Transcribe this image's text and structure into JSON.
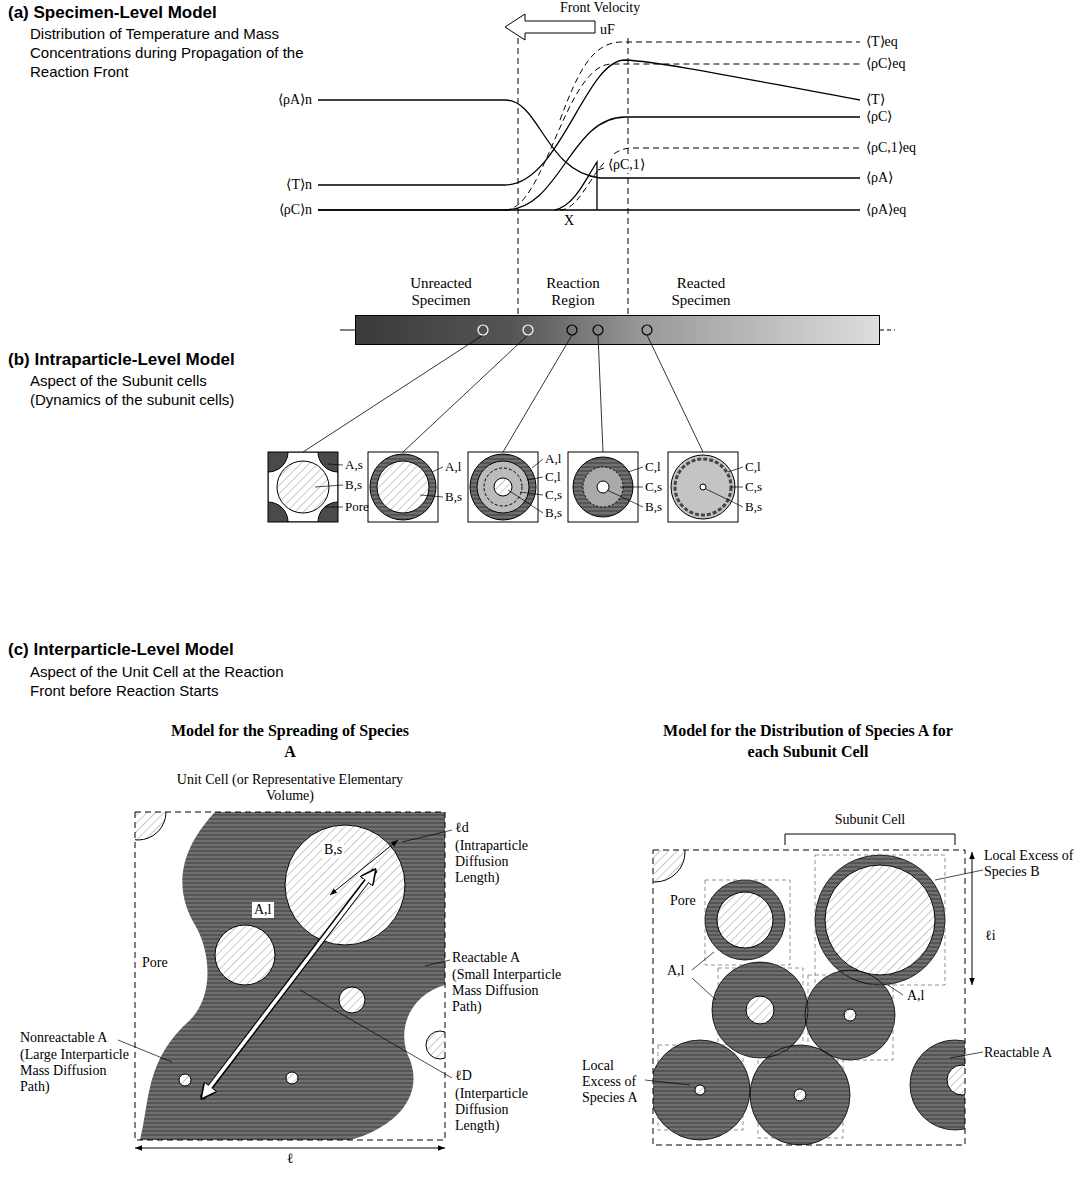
{
  "diagram": {
    "nodes": [
      {
        "text": [
          "Unreacted Specimen",
          "Reaction Region",
          "Reacted Specimen"
        ]
      }
    ],
    "labels": [
      "(a) Specimen-Level Model",
      "Distribution of Temperature and Mass Concentrations during Propagation of the Reaction Front",
      "Front Velocity",
      "uF",
      "⟨ρA⟩n",
      "⟨T⟩n",
      "⟨ρC⟩n",
      "⟨T⟩eq",
      "⟨ρC⟩eq",
      "⟨T⟩",
      "⟨ρC⟩",
      "⟨ρC,1⟩eq",
      "⟨ρC,1⟩",
      "⟨ρA⟩",
      "⟨ρA⟩eq",
      "X",
      "(b) Intraparticle-Level Model",
      "Aspect of the Subunit cells",
      "(Dynamics of the subunit cells)",
      "A,s",
      "B,s",
      "Pore",
      "A,l",
      "B,s",
      "A,l",
      "C,l",
      "C,s",
      "B,s",
      "C,l",
      "C,s",
      "B,s",
      "C,l",
      "C,s",
      "B,s",
      "(c) Interparticle-Level Model",
      "Aspect of the Unit Cell at the Reaction",
      "Front before Reaction Starts",
      "Model for the Spreading of Species A",
      "Model for the Distribution of Species A for each Subunit Cell",
      "Unit Cell (or Representative Elementary Volume)",
      "B,s",
      "A,l",
      "Pore",
      "Reactable A",
      "(Small Interparticle Mass Diffusion Path)",
      "Nonreactable A",
      "(Large Interparticle Mass Diffusion Path)",
      "ℓd",
      "(Intraparticle Diffusion Length)",
      "ℓD",
      "(Interparticle Diffusion Length)",
      "ℓ",
      "Subunit Cell",
      "Local Excess of Species B",
      "ℓi",
      "Pore",
      "A,l",
      "A,l",
      "Reactable A",
      "Local Excess of Species A"
    ]
  }
}
